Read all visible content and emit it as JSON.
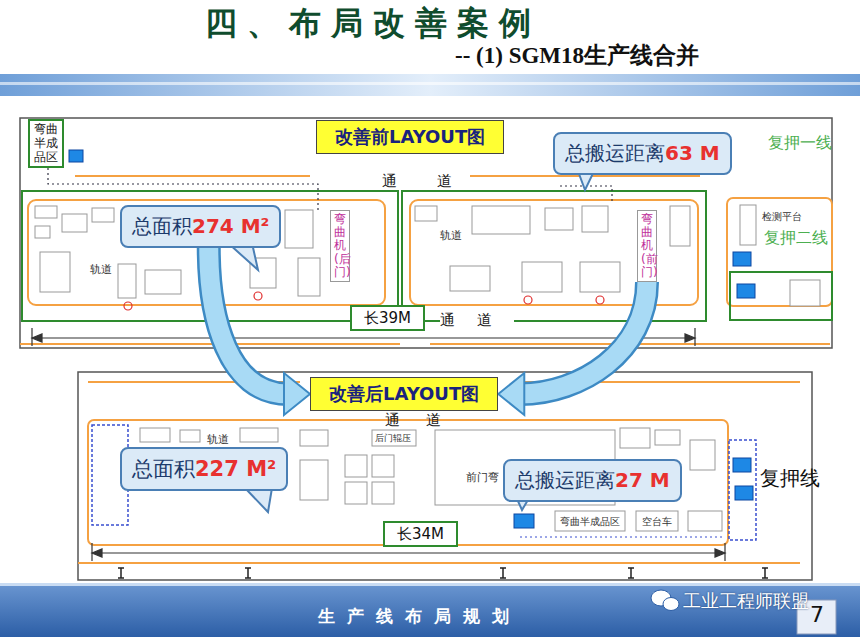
{
  "diagram": {
    "title": "四、布局改善案例",
    "nodes": [
      {
        "text": [
          "改善前LAYOUT图"
        ]
      },
      {
        "text": [
          "弯曲半成品区"
        ]
      },
      {
        "text": [
          "总面积",
          "274 M²"
        ]
      },
      {
        "text": [
          "总搬运距离",
          "63 M"
        ]
      },
      {
        "text": [
          "弯曲机(后门)"
        ]
      },
      {
        "text": [
          "弯曲机(前门)"
        ]
      },
      {
        "text": [
          "长39M"
        ]
      },
      {
        "text": [
          "改善后LAYOUT图"
        ]
      },
      {
        "text": [
          "总面积",
          "227 M²"
        ]
      },
      {
        "text": [
          "总搬运距离",
          "27 M"
        ]
      },
      {
        "text": [
          "长34M"
        ]
      }
    ],
    "edges": [
      {
        "from": 2,
        "to": 7,
        "arrow": "to"
      },
      {
        "from": 5,
        "to": 7,
        "arrow": "to"
      }
    ],
    "labels": [
      "-- (1) SGM18生产线合并",
      "通道",
      "复押一线",
      "轨道",
      "复押二线",
      "检测平台",
      "轨道",
      "通道",
      "通道",
      "轨道",
      "后门辊压",
      "前门弯",
      "弯曲半成品区",
      "空台车",
      "复押线",
      "生 产 线 布 局 规 划",
      "7",
      "工业工程师联盟"
    ]
  }
}
